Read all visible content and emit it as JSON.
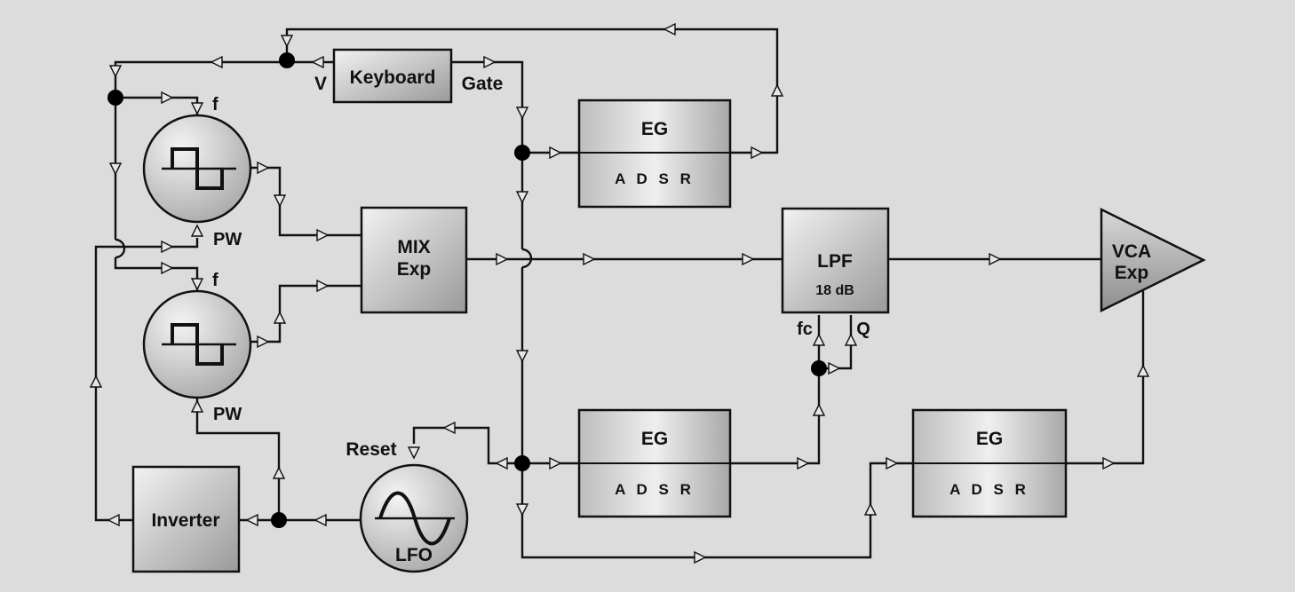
{
  "keyboard": {
    "title": "Keyboard",
    "cv_out": "V",
    "gate_out": "Gate"
  },
  "vco": {
    "freq_input": "f",
    "pw_input": "PW"
  },
  "mixer": {
    "line1": "MIX",
    "line2": "Exp"
  },
  "filter": {
    "title": "LPF",
    "slope": "18 dB",
    "cutoff_input": "fc",
    "resonance_input": "Q"
  },
  "vca": {
    "line1": "VCA",
    "line2": "Exp"
  },
  "envelope": {
    "title": "EG",
    "stages": "A D S R"
  },
  "lfo": {
    "title": "LFO",
    "reset_input": "Reset"
  },
  "inverter": {
    "title": "Inverter"
  }
}
